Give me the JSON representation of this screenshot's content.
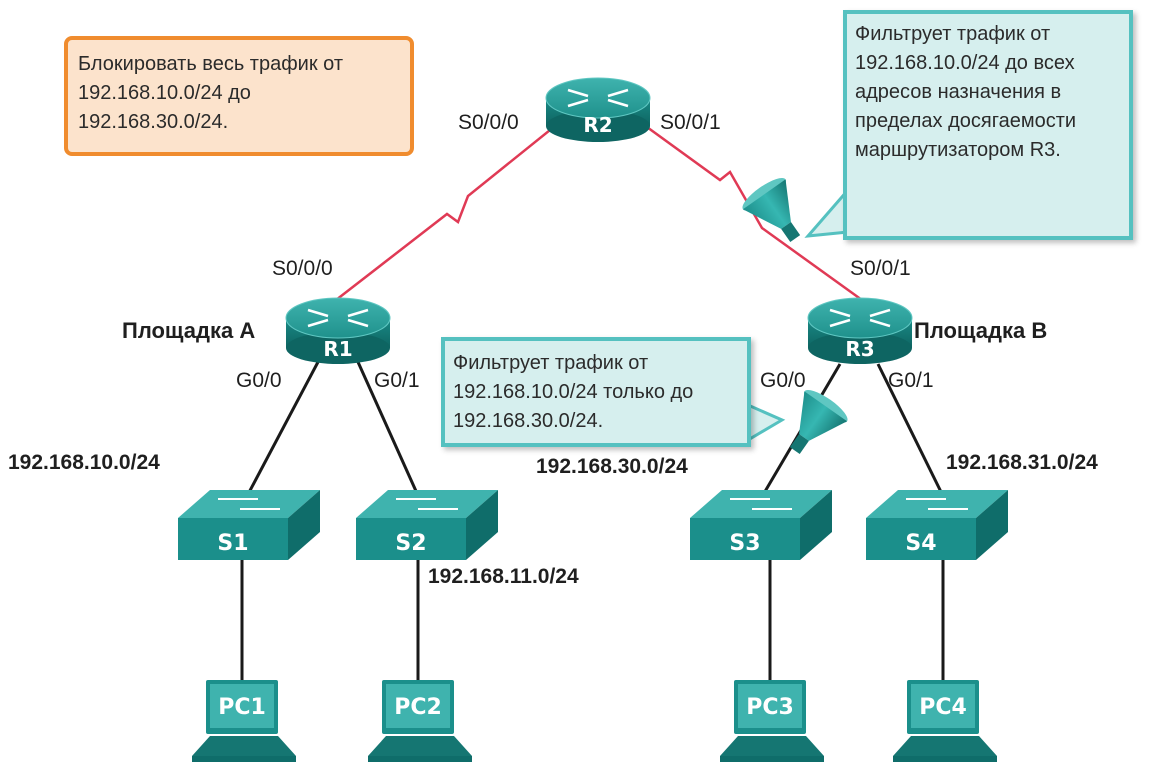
{
  "notes": {
    "block_rule": "Блокировать весь трафик от 192.168.10.0/24 до 192.168.30.0/24.",
    "filter_r2": "Фильтрует трафик от 192.168.10.0/24 до всех адресов назначения в пределах досягаемости маршрутизатором R3.",
    "filter_r3": "Фильтрует трафик от 192.168.10.0/24 только до 192.168.30.0/24."
  },
  "routers": {
    "r1": "R1",
    "r2": "R2",
    "r3": "R3"
  },
  "switches": {
    "s1": "S1",
    "s2": "S2",
    "s3": "S3",
    "s4": "S4"
  },
  "pcs": {
    "pc1": "PC1",
    "pc2": "PC2",
    "pc3": "PC3",
    "pc4": "PC4"
  },
  "interfaces": {
    "r2_left": "S0/0/0",
    "r2_right": "S0/0/1",
    "r1_serial": "S0/0/0",
    "r3_serial": "S0/0/1",
    "r1_g0": "G0/0",
    "r1_g1": "G0/1",
    "r3_g0": "G0/0",
    "r3_g1": "G0/1"
  },
  "sites": {
    "site_a": "Площадка A",
    "site_b": "Площадка B"
  },
  "networks": {
    "net10": "192.168.10.0/24",
    "net11": "192.168.11.0/24",
    "net30": "192.168.30.0/24",
    "net31": "192.168.31.0/24"
  },
  "colors": {
    "device": "#1b8f8b",
    "device_dark": "#0f6d6a",
    "serial_link": "#e03a55",
    "ethernet_link": "#1a1a1a",
    "note_orange_border": "#f08c2e",
    "note_teal_border": "#55c1c0"
  }
}
